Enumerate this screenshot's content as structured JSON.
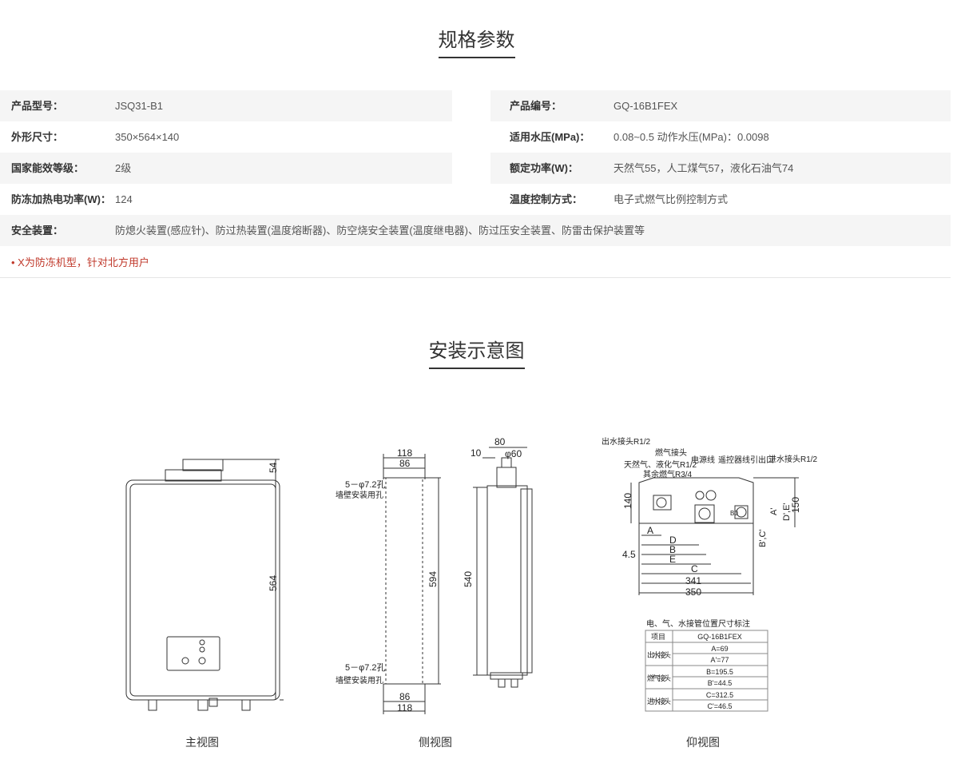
{
  "spec_title": "规格参数",
  "specs_left": [
    {
      "label": "产品型号：",
      "value": "JSQ31-B1"
    },
    {
      "label": "外形尺寸：",
      "value": "350×564×140"
    },
    {
      "label": "国家能效等级：",
      "value": "2级"
    },
    {
      "label": "防冻加热电功率(W)：",
      "value": "124"
    }
  ],
  "specs_right": [
    {
      "label": "产品编号：",
      "value": "GQ-16B1FEX"
    },
    {
      "label": "适用水压(MPa)：",
      "value": "0.08~0.5 动作水压(MPa)：0.0098"
    },
    {
      "label": "额定功率(W)：",
      "value": "天然气55，人工煤气57，液化石油气74"
    },
    {
      "label": "温度控制方式：",
      "value": "电子式燃气比例控制方式"
    }
  ],
  "safety": {
    "label": "安全装置：",
    "value": "防熄火装置(感应针)、防过热装置(温度熔断器)、防空烧安全装置(温度继电器)、防过压安全装置、防雷击保护装置等"
  },
  "note": "• X为防冻机型，针对北方用户",
  "install_title": "安装示意图",
  "diagrams": {
    "front": {
      "caption": "主视图",
      "dim_top": "54",
      "dim_height": "564"
    },
    "side": {
      "caption": "侧视图",
      "dim_118": "118",
      "dim_86": "86",
      "hole_label": "5－φ7.2孔",
      "hole_desc": "墙壁安装用孔",
      "dim_594": "594",
      "dim_540": "540",
      "dim_80": "80",
      "dim_10": "10",
      "dim_phi60": "φ60"
    },
    "bottom": {
      "caption": "仰视图",
      "labels": {
        "out_water": "出水接头R1/2",
        "gas": "燃气接头",
        "gas_types": "天然气、液化气R1/2",
        "gas_other": "其余燃气R3/4",
        "power": "电源线",
        "remote": "遥控器线引出口",
        "in_water": "进水接头R1/2"
      },
      "dims": {
        "d140": "140",
        "d150": "150",
        "A": "A",
        "D": "D",
        "B": "B",
        "E": "E",
        "C": "C",
        "d45": "4.5",
        "d341": "341",
        "d350": "350",
        "A2": "A'",
        "DE": "D',E'",
        "BC": "B',C'",
        "B0": "B0"
      },
      "table_title": "电、气、水接管位置尺寸标注",
      "table_header": [
        "项目",
        "GQ-16B1FEX"
      ],
      "table_groups": [
        {
          "name": "出水接头",
          "values": [
            "A=69",
            "A'=77"
          ]
        },
        {
          "name": "燃气接头",
          "values": [
            "B=195.5",
            "B'=44.5"
          ]
        },
        {
          "name": "进水接头",
          "values": [
            "C=312.5",
            "C'=46.5"
          ]
        }
      ]
    }
  }
}
